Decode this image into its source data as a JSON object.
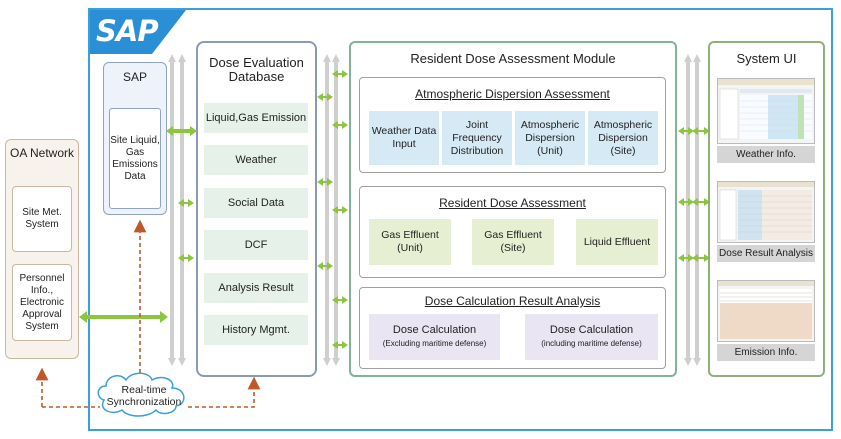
{
  "sap_logo": "SAP",
  "oa_network": {
    "title": "OA Network",
    "items": [
      "Site Met. System",
      "Personnel Info., Electronic Approval System"
    ]
  },
  "sap_block": {
    "title": "SAP",
    "inner": "Site Liquid, Gas Emissions Data"
  },
  "database": {
    "title": "Dose Evaluation Database",
    "items": [
      "Liquid,Gas Emission",
      "Weather",
      "Social Data",
      "DCF",
      "Analysis Result",
      "History Mgmt."
    ]
  },
  "module": {
    "title": "Resident Dose Assessment Module",
    "atmospheric": {
      "title": "Atmospheric Dispersion Assessment",
      "items": [
        "Weather Data Input",
        "Joint Frequency Distribution",
        "Atmospheric Dispersion (Unit)",
        "Atmospheric Dispersion (Site)"
      ]
    },
    "resident": {
      "title": "Resident Dose Assessment",
      "items": [
        "Gas Effluent (Unit)",
        "Gas Effluent (Site)",
        "Liquid Effluent"
      ]
    },
    "result": {
      "title": "Dose Calculation Result Analysis",
      "items": [
        {
          "main": "Dose Calculation",
          "sub": "(Excluding maritime defense)"
        },
        {
          "main": "Dose Calculation",
          "sub": "(including maritime defense)"
        }
      ]
    }
  },
  "system_ui": {
    "title": "System UI",
    "screens": [
      "Weather Info.",
      "Dose Result Analysis",
      "Emission Info."
    ]
  },
  "sync": "Real-time Synchronization",
  "colors": {
    "sap_blue": "#3aa0dc",
    "arrow_green": "#8cc63f",
    "bus_grey": "#c8c8c8",
    "sync_dash": "#c0582a"
  }
}
